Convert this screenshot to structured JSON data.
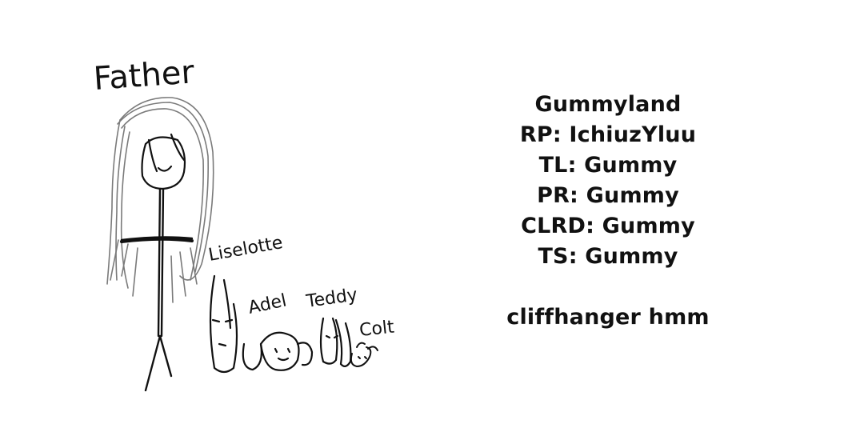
{
  "sketch": {
    "labels": {
      "father": "Father",
      "liselotte": "Liselotte",
      "adel": "Adel",
      "teddy": "Teddy",
      "colt": "Colt"
    },
    "ink_color": "#111111",
    "hair_color": "#777777"
  },
  "credits": {
    "title": "Gummyland",
    "rp": "RP: IchiuzYluu",
    "tl": "TL: Gummy",
    "pr": "PR: Gummy",
    "clrd": "CLRD: Gummy",
    "ts": "TS: Gummy",
    "note": "cliffhanger hmm"
  }
}
